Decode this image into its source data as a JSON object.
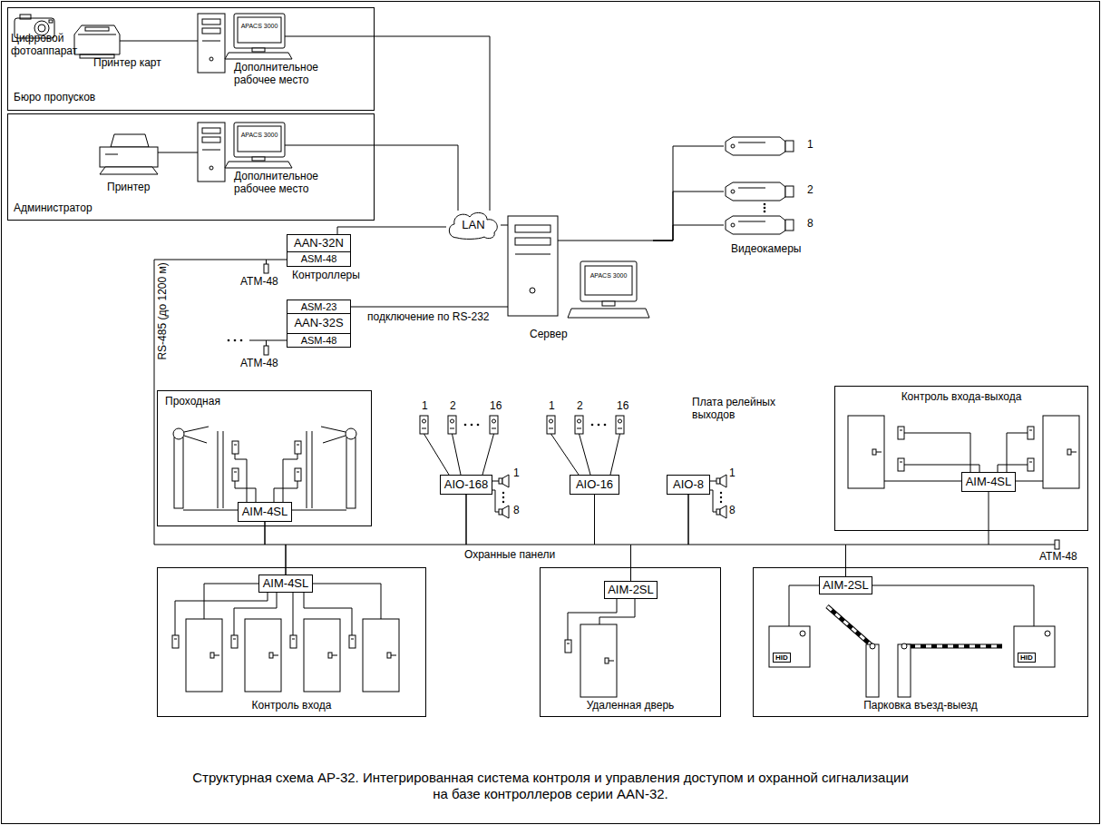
{
  "diagram": {
    "caption": "Структурная схема АР-32. Интегрированная система контроля и управления доступом и охранной сигнализации на базе контроллеров серии AAN-32.",
    "nodes": [
      {
        "text": [
          "Бюро пропусков"
        ]
      },
      {
        "text": [
          "Цифровой фотоаппарат"
        ],
        "in": 0
      },
      {
        "text": [
          "Принтер карт"
        ],
        "in": 0
      },
      {
        "text": [
          "APACS 3000",
          "Дополнительное рабочее место"
        ],
        "in": 0
      },
      {
        "text": [
          "Администратор"
        ]
      },
      {
        "text": [
          "Принтер"
        ],
        "in": 4
      },
      {
        "text": [
          "APACS 3000",
          "Дополнительное рабочее место"
        ],
        "in": 4
      },
      {
        "text": [
          "LAN"
        ]
      },
      {
        "text": [
          "APACS 3000",
          "Сервер"
        ]
      },
      {
        "text": [
          "1"
        ]
      },
      {
        "text": [
          "2"
        ]
      },
      {
        "text": [
          "8"
        ]
      },
      {
        "text": [
          "AAN-32N"
        ]
      },
      {
        "text": [
          "ASM-48"
        ]
      },
      {
        "text": [
          "ASM-23"
        ]
      },
      {
        "text": [
          "AAN-32S"
        ]
      },
      {
        "text": [
          "ASM-48"
        ]
      },
      {
        "text": [
          "Проходная"
        ]
      },
      {
        "text": [
          "AIM-4SL"
        ],
        "in": 17
      },
      {
        "text": [
          "Контроль входа"
        ]
      },
      {
        "text": [
          "AIM-4SL"
        ],
        "in": 19
      },
      {
        "text": [
          "AIO-168"
        ]
      },
      {
        "text": [
          "AIO-16"
        ]
      },
      {
        "text": [
          "AIO-8"
        ]
      },
      {
        "text": [
          "Удаленная дверь"
        ]
      },
      {
        "text": [
          "AIM-2SL"
        ],
        "in": 24
      },
      {
        "text": [
          "Контроль входа-выхода"
        ]
      },
      {
        "text": [
          "AIM-4SL"
        ],
        "in": 26
      },
      {
        "text": [
          "Парковка въезд-выезд"
        ]
      },
      {
        "text": [
          "AIM-2SL"
        ],
        "in": 28
      }
    ],
    "edges": [
      {
        "from": 2,
        "to": 3,
        "arrow": "none"
      },
      {
        "from": 5,
        "to": 6,
        "arrow": "none"
      },
      {
        "from": 3,
        "to": 7,
        "arrow": "none"
      },
      {
        "from": 6,
        "to": 7,
        "arrow": "none"
      },
      {
        "from": 7,
        "to": 12,
        "arrow": "none"
      },
      {
        "from": 7,
        "to": 8,
        "arrow": "none"
      },
      {
        "from": 8,
        "to": 9,
        "arrow": "none"
      },
      {
        "from": 8,
        "to": 10,
        "arrow": "none"
      },
      {
        "from": 8,
        "to": 11,
        "arrow": "none"
      },
      {
        "from": 14,
        "to": 8,
        "label": "подключение по RS-232",
        "arrow": "none"
      },
      {
        "from": 13,
        "to": 18,
        "arrow": "none"
      },
      {
        "from": 18,
        "to": 20,
        "arrow": "none"
      },
      {
        "from": 20,
        "to": 21,
        "arrow": "none"
      },
      {
        "from": 21,
        "to": 22,
        "arrow": "none"
      },
      {
        "from": 22,
        "to": 25,
        "arrow": "none"
      },
      {
        "from": 25,
        "to": 23,
        "arrow": "none"
      },
      {
        "from": 23,
        "to": 29,
        "arrow": "none"
      },
      {
        "from": 29,
        "to": 27,
        "arrow": "none"
      }
    ],
    "labels": [
      "Контроллеры",
      "ATM-48",
      "ATM-48",
      "RS-485 (до 1200 м)",
      "Видеокамеры",
      "1",
      "2",
      "16",
      "1",
      "8",
      "1",
      "2",
      "16",
      "Плата релейных выходов",
      "1",
      "8",
      "Охранные панели",
      "ATM-48",
      "HID",
      "HID"
    ]
  }
}
